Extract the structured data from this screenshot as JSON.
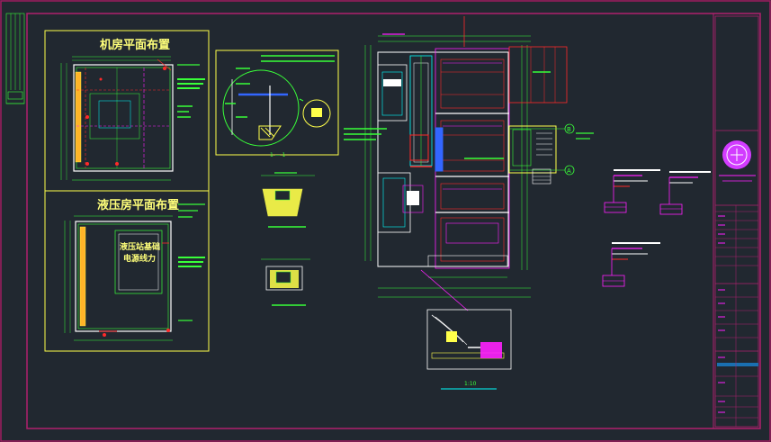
{
  "drawing": {
    "panel_machine_room_title": "机房平面布置",
    "panel_hydraulic_room_title": "液压房平面布置",
    "hydraulic_center_label_line1": "液压站基础",
    "hydraulic_center_label_line2": "电源线力",
    "section_label": "1 — 1",
    "detail_a_label": "1:10",
    "grid_marker_b": "B",
    "grid_marker_a": "A"
  },
  "colors": {
    "background": "#212830",
    "frame": "#b0206e",
    "yellow": "#ffff4a",
    "green": "#39ff39",
    "cyan": "#00ffff",
    "red": "#ff2a2a",
    "magenta": "#ff20ff",
    "white": "#ffffff",
    "blue": "#3366ff"
  }
}
